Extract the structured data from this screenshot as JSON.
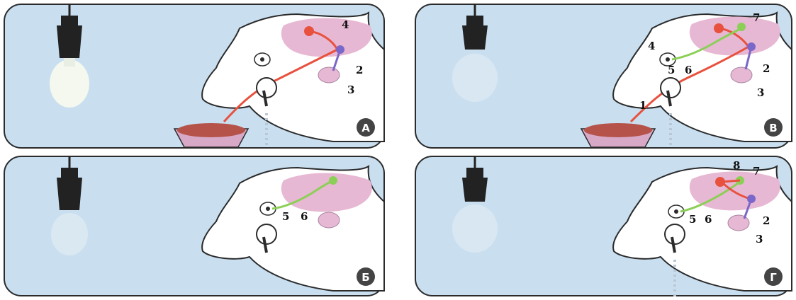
{
  "colors": {
    "panel_bg": "#c9dff0",
    "panel_border": "#2b2b2b",
    "brain": "#e7b8d3",
    "reflex_path": "#e8513e",
    "light_path": "#8ccf56",
    "salivary_center": "#7b67c9",
    "saliva": "#b9c7d6",
    "bowl": "#d8a9c7",
    "food": "#b5534a",
    "badge": "#444444"
  },
  "panels": [
    {
      "id": "A",
      "badge": "А",
      "lamp": "on",
      "food": true,
      "labels": {
        "l4": "4",
        "l2": "2",
        "l3": "3"
      }
    },
    {
      "id": "B",
      "badge": "Б",
      "lamp": "off",
      "food": false,
      "labels": {
        "l5": "5",
        "l6": "6"
      }
    },
    {
      "id": "C",
      "badge": "В",
      "lamp": "off",
      "food": true,
      "labels": {
        "l7": "7",
        "l4": "4",
        "l5": "5",
        "l6": "6",
        "l2": "2",
        "l3": "3",
        "l1": "1"
      }
    },
    {
      "id": "D",
      "badge": "Г",
      "lamp": "off",
      "food": false,
      "labels": {
        "l8": "8",
        "l7": "7",
        "l5": "5",
        "l6": "6",
        "l2": "2",
        "l3": "3"
      }
    }
  ]
}
